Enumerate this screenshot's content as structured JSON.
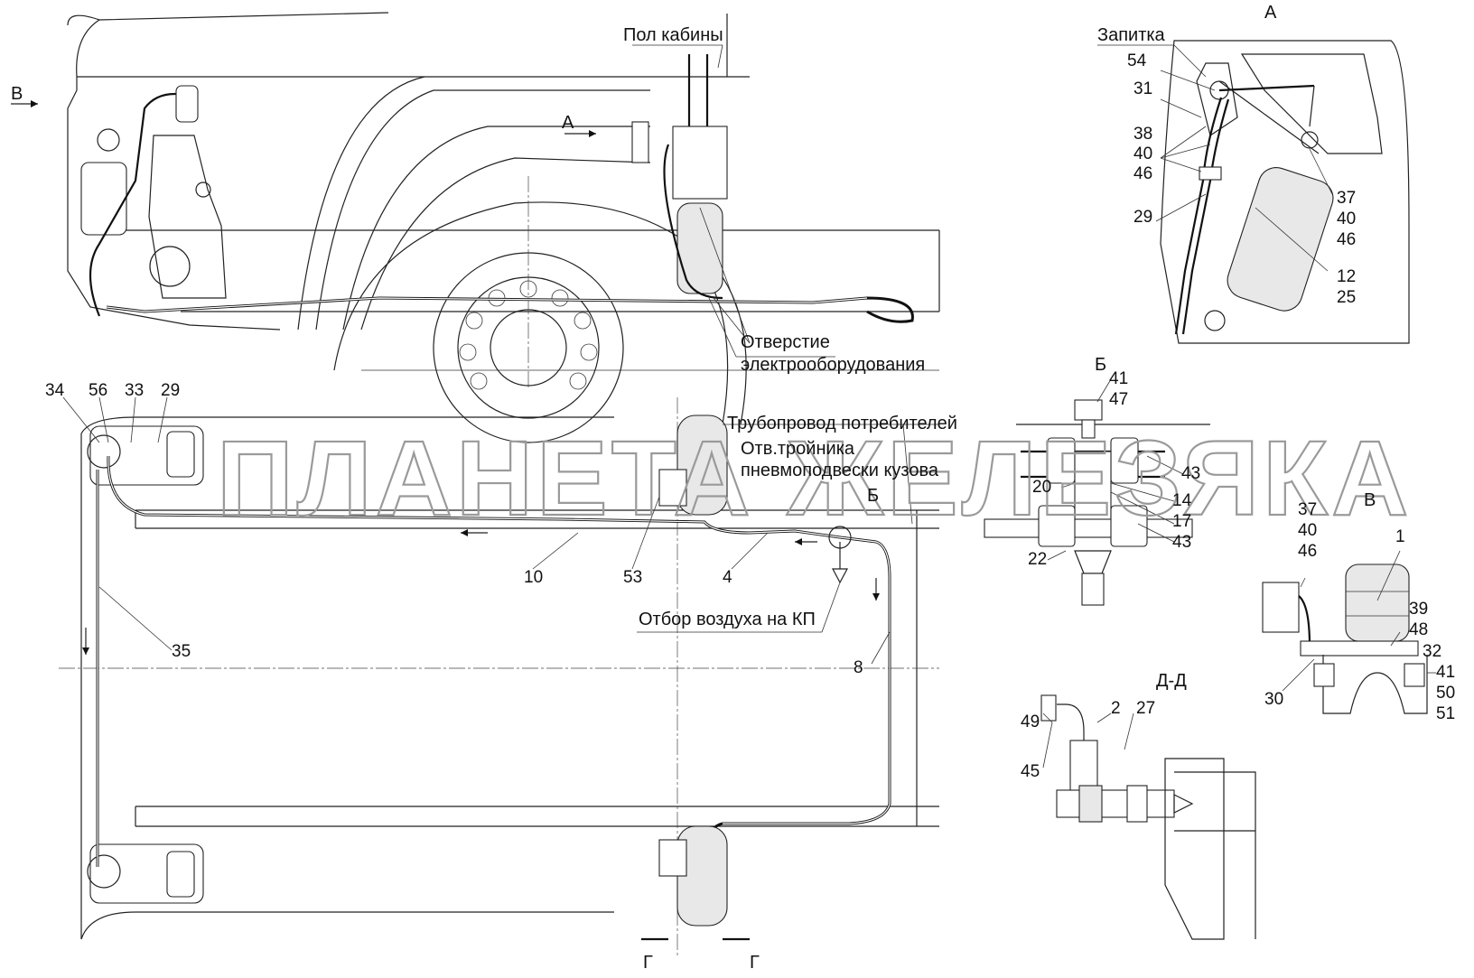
{
  "labels": {
    "floor": "Пол кабины",
    "view_a": "А",
    "view_b": "Б",
    "view_v": "В",
    "view_dd": "Д-Д",
    "zapitka": "Запитка",
    "hole_line1": "Отверстие",
    "hole_line2": "электрооборудования",
    "consumers_pipe": "Трубопровод потребителей",
    "tee_line1": "Отв.тройника",
    "tee_line2": "пневмоподвески кузова",
    "air_take": "Отбор воздуха на КП",
    "section_g": "Г",
    "watermark": "ПЛАНЕТА ЖЕЛЕЗЯКА"
  },
  "detail_a_numbers": [
    "54",
    "31",
    "38",
    "40",
    "46",
    "29",
    "37",
    "40",
    "46",
    "12",
    "25"
  ],
  "plan_numbers": [
    "34",
    "56",
    "33",
    "29",
    "10",
    "53",
    "4",
    "35",
    "8"
  ],
  "detail_b_numbers": [
    "41",
    "47",
    "43",
    "20",
    "14",
    "17",
    "43",
    "22"
  ],
  "detail_v_numbers": [
    "37",
    "40",
    "46",
    "1",
    "39",
    "48",
    "32",
    "41",
    "50",
    "51",
    "30"
  ],
  "detail_dd_numbers": [
    "2",
    "27",
    "49",
    "45"
  ]
}
